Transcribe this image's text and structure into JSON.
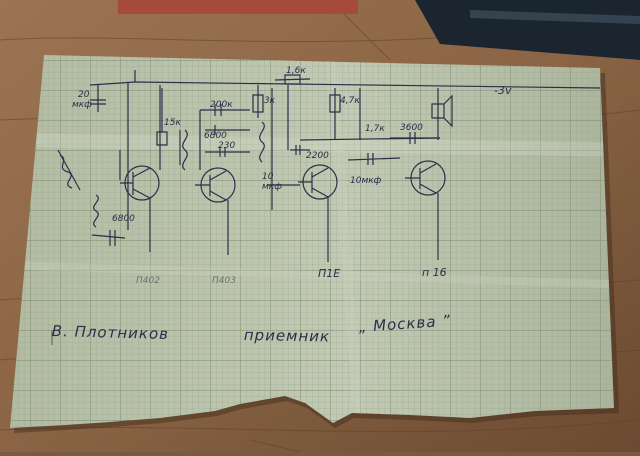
{
  "photo": {
    "subject": "hand-drawn radio receiver schematic on graph paper",
    "colors": {
      "wood": "#8a6545",
      "wood_dark": "#5e4029",
      "paper": "#b7bfa8",
      "grid_fine": "#9aa78e",
      "grid_major": "#7f8d72",
      "ink": "#2a2f4a"
    }
  },
  "schematic": {
    "labels": {
      "cap_20": "20",
      "cap_20_unit": "мкф",
      "r_1_6k": "1,6к",
      "r_3k": "3к",
      "r_4_7k": "4,7к",
      "v_supply": "-3v",
      "r_15k": "15к",
      "c_200": "200к",
      "c_6800a": "6800",
      "c_230": "230",
      "c_6800b": "6800",
      "r_1_7k": "1,7к",
      "c_3600": "3600",
      "c_2200": "2200",
      "c_10a": "10",
      "c_10a_unit": "мкф",
      "c_10b": "10мкф",
      "t1": "П402",
      "t2": "П403",
      "t3": "П1Е",
      "t4": "п 16"
    },
    "caption": {
      "author": "В. Плотников",
      "word": "приемник",
      "name": "„ Москва ”"
    }
  }
}
